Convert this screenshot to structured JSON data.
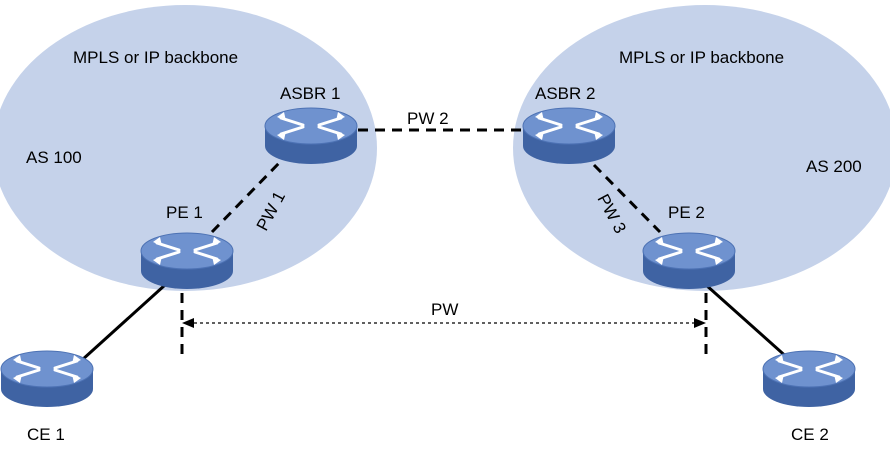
{
  "colors": {
    "backbone_fill": "#c5d2ea",
    "router_body": "#5b80c0",
    "router_top": "#6f92cf",
    "router_side": "#3f63a3",
    "link": "#000000"
  },
  "backbones": [
    {
      "id": "left",
      "title": "MPLS or IP backbone",
      "as_label": "AS 100"
    },
    {
      "id": "right",
      "title": "MPLS or IP backbone",
      "as_label": "AS 200"
    }
  ],
  "devices": [
    {
      "id": "ce1",
      "label": "CE 1",
      "icon": "router-icon"
    },
    {
      "id": "pe1",
      "label": "PE 1",
      "icon": "router-icon"
    },
    {
      "id": "asbr1",
      "label": "ASBR 1",
      "icon": "router-icon"
    },
    {
      "id": "asbr2",
      "label": "ASBR 2",
      "icon": "router-icon"
    },
    {
      "id": "pe2",
      "label": "PE 2",
      "icon": "router-icon"
    },
    {
      "id": "ce2",
      "label": "CE 2",
      "icon": "router-icon"
    }
  ],
  "pseudowires": {
    "pw1": "PW 1",
    "pw2": "PW 2",
    "pw3": "PW 3",
    "end_to_end": "PW"
  }
}
